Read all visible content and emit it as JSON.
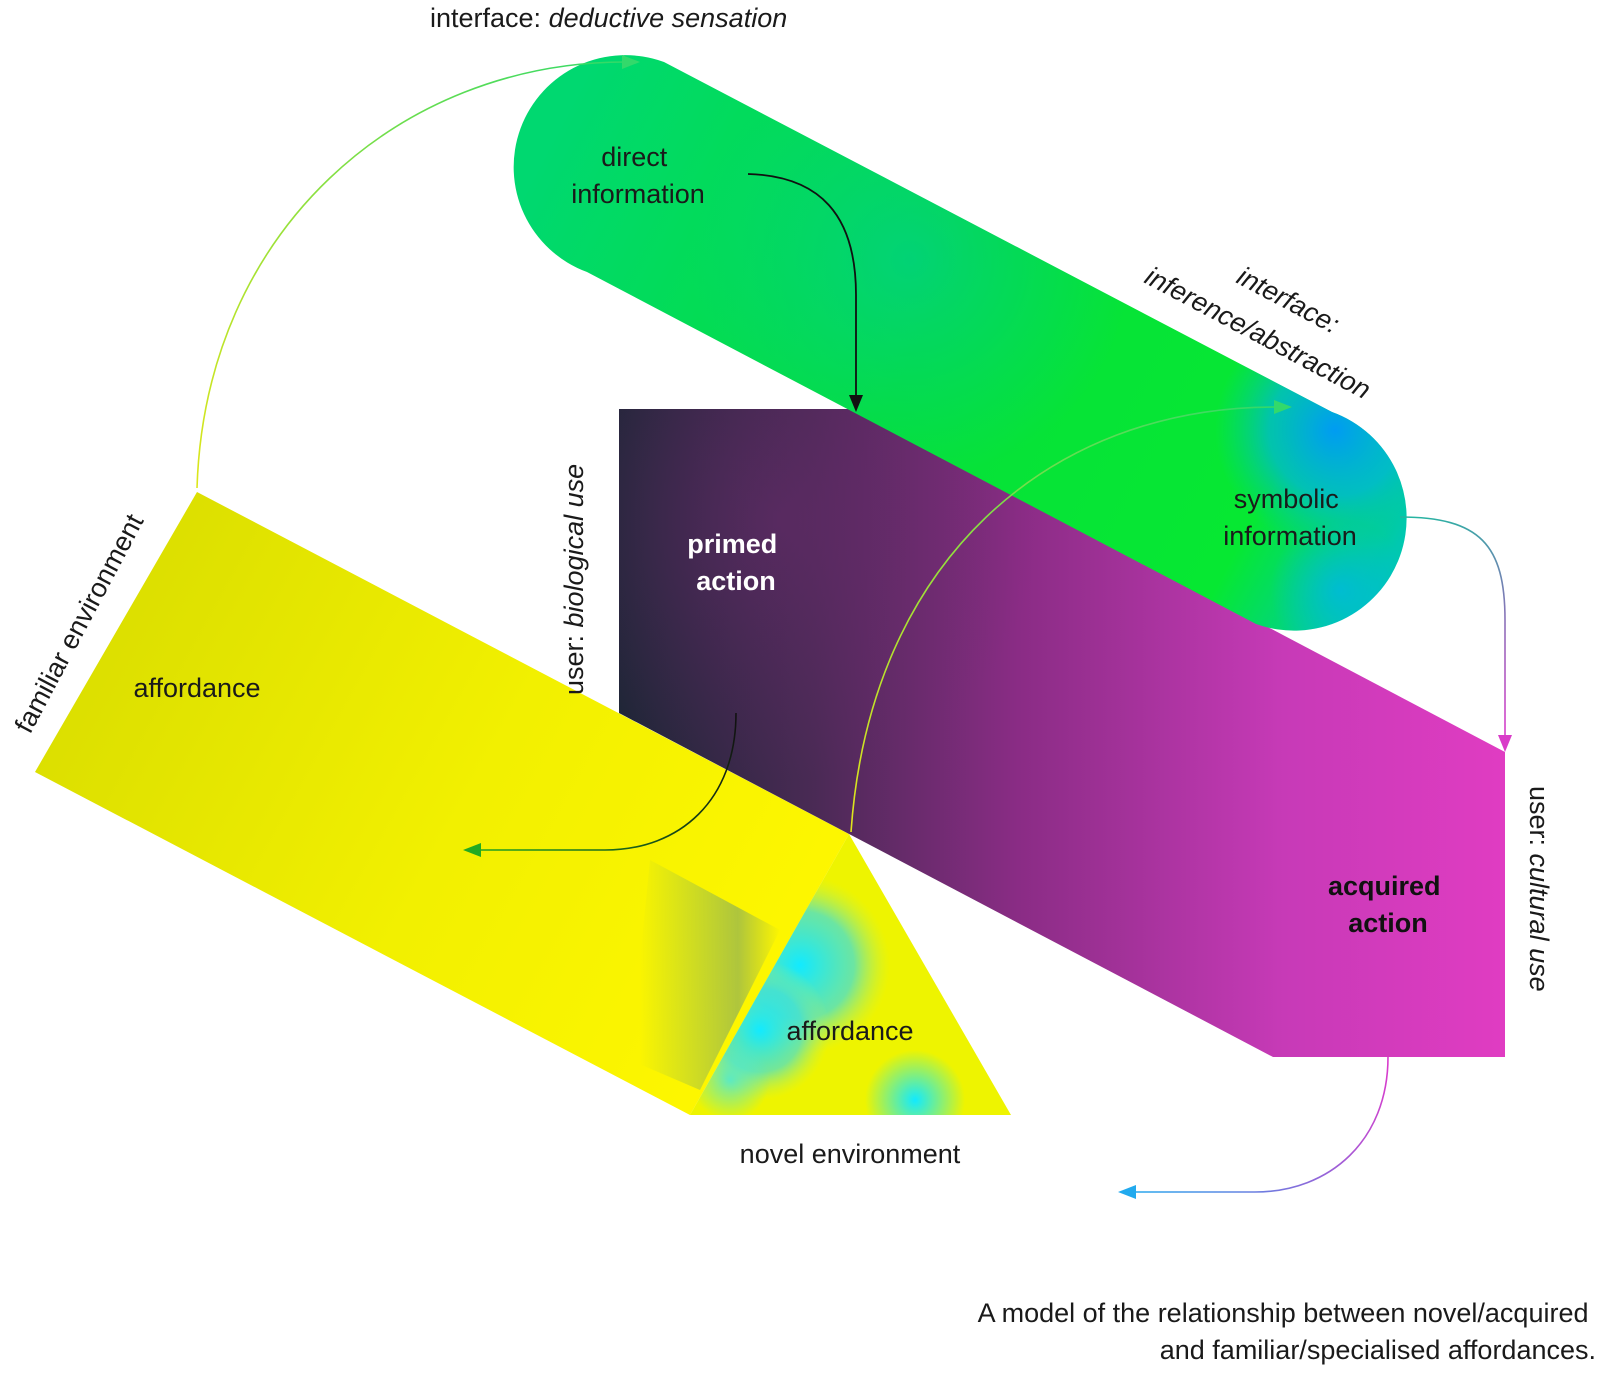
{
  "colors": {
    "familiar": "#e6e600",
    "novel": "#f2f200",
    "novel_spots": "#19e6ff",
    "pill_green": "#00e05a",
    "pill_blue": "#00a8f0",
    "action_dark": "#1e2636",
    "action_purple": "#8a2c85",
    "action_magenta": "#e03cc2",
    "arc_yellow": "#d7e61e",
    "arc_green": "#33d96b",
    "arrow_dark": "#111111",
    "arrow_green": "#22aa22",
    "arrow_magenta": "#d93cc8",
    "arrow_blue": "#22aaee"
  },
  "labels": {
    "interface_deductive_prefix": "interface:",
    "interface_deductive_suffix": " deductive sensation",
    "direct_information_line1": "direct",
    "direct_information_line2": "information",
    "interface_inference_line1": "interface:",
    "interface_inference_line2": "inference/abstraction",
    "symbolic_information_line1": "symbolic",
    "symbolic_information_line2": "information",
    "user_biological_prefix": "user:",
    "user_biological_suffix": " biological use",
    "primed_action_line1": "primed",
    "primed_action_line2": "action",
    "familiar_environment": "familiar environment",
    "affordance_familiar": "affordance",
    "affordance_novel": "affordance",
    "novel_environment": "novel environment",
    "user_cultural_prefix": "user:",
    "user_cultural_suffix": " cultural use",
    "acquired_action_line1": "acquired",
    "acquired_action_line2": "action"
  },
  "caption": {
    "line1": "A model of the relationship between novel/acquired",
    "line2": "and familiar/specialised affordances."
  }
}
